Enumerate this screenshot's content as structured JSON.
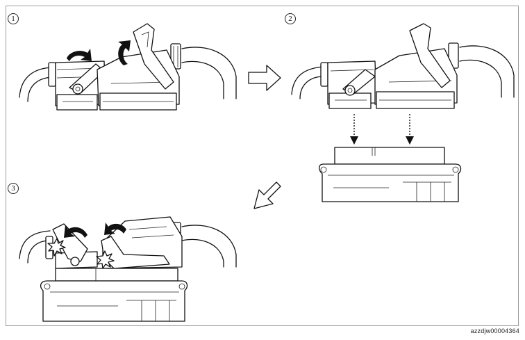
{
  "steps": [
    {
      "number": "1"
    },
    {
      "number": "2"
    },
    {
      "number": "3"
    }
  ],
  "figure_code": "azzdjw00004364",
  "colors": {
    "line": "#111111",
    "frame": "#9a9a9a",
    "background": "#ffffff"
  },
  "icons": {
    "rotate_arrow": "curved-black-arrow-icon",
    "next_step_arrow": "hollow-outline-arrow-icon",
    "insert_arrow": "dashed-down-arrow-icon",
    "click_mark": "star-burst-icon"
  }
}
